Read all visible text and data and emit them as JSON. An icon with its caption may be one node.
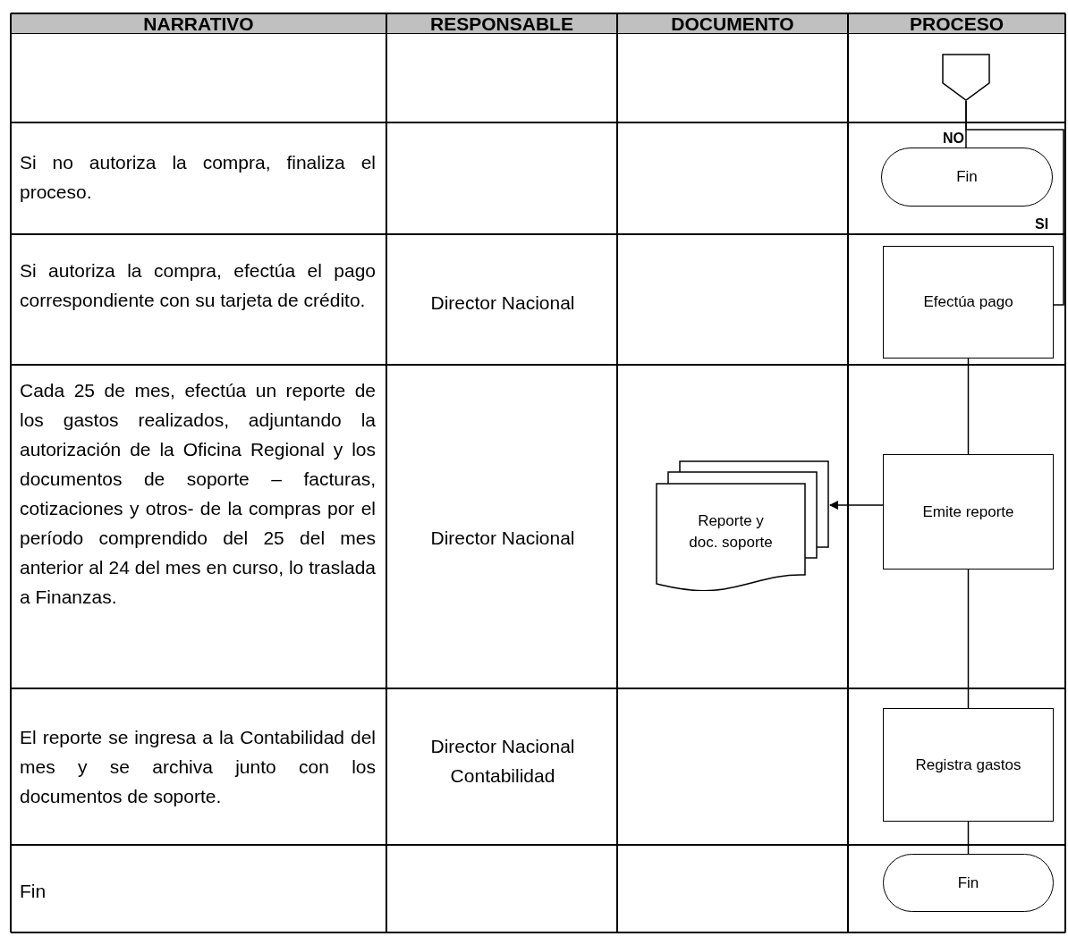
{
  "diagram": {
    "nodes": [
      {
        "text": [],
        "shape": "pentagon"
      },
      {
        "text": [
          "Fin"
        ]
      },
      {
        "text": [
          "Efectúa pago"
        ]
      },
      {
        "text": [
          "Emite reporte"
        ]
      },
      {
        "text": [
          "Reporte y doc. soporte"
        ]
      },
      {
        "text": [
          "Registra gastos"
        ]
      },
      {
        "text": [
          "Fin"
        ]
      }
    ],
    "edges": [
      {
        "from": 0,
        "to": 1,
        "arrow": "none",
        "label": "NO"
      },
      {
        "from": 0,
        "to": 2,
        "arrow": "none",
        "label": "SI"
      },
      {
        "from": 2,
        "to": 3,
        "arrow": "none"
      },
      {
        "from": 3,
        "to": 4,
        "arrow": "to"
      },
      {
        "from": 3,
        "to": 5,
        "arrow": "none"
      },
      {
        "from": 5,
        "to": 6,
        "arrow": "none"
      }
    ],
    "labels": [
      "NARRATIVO",
      "RESPONSABLE",
      "DOCUMENTO",
      "PROCESO",
      "Si no autoriza la compra, finaliza el proceso.",
      "Si autoriza la compra, efectúa el pago correspondiente con su tarjeta de crédito.",
      "Director Nacional",
      "Cada 25 de mes, efectúa un reporte de los gastos realizados, adjuntando la autorización de la Oficina Regional y los documentos de soporte – facturas, cotizaciones y otros- de la compras por el período comprendido del 25 del mes anterior al 24 del mes en curso, lo traslada a Finanzas.",
      "Director Nacional",
      "El reporte se ingresa a la Contabilidad del mes y se archiva junto con los documentos de soporte.",
      "Director Nacional",
      "Contabilidad",
      "Fin"
    ]
  }
}
